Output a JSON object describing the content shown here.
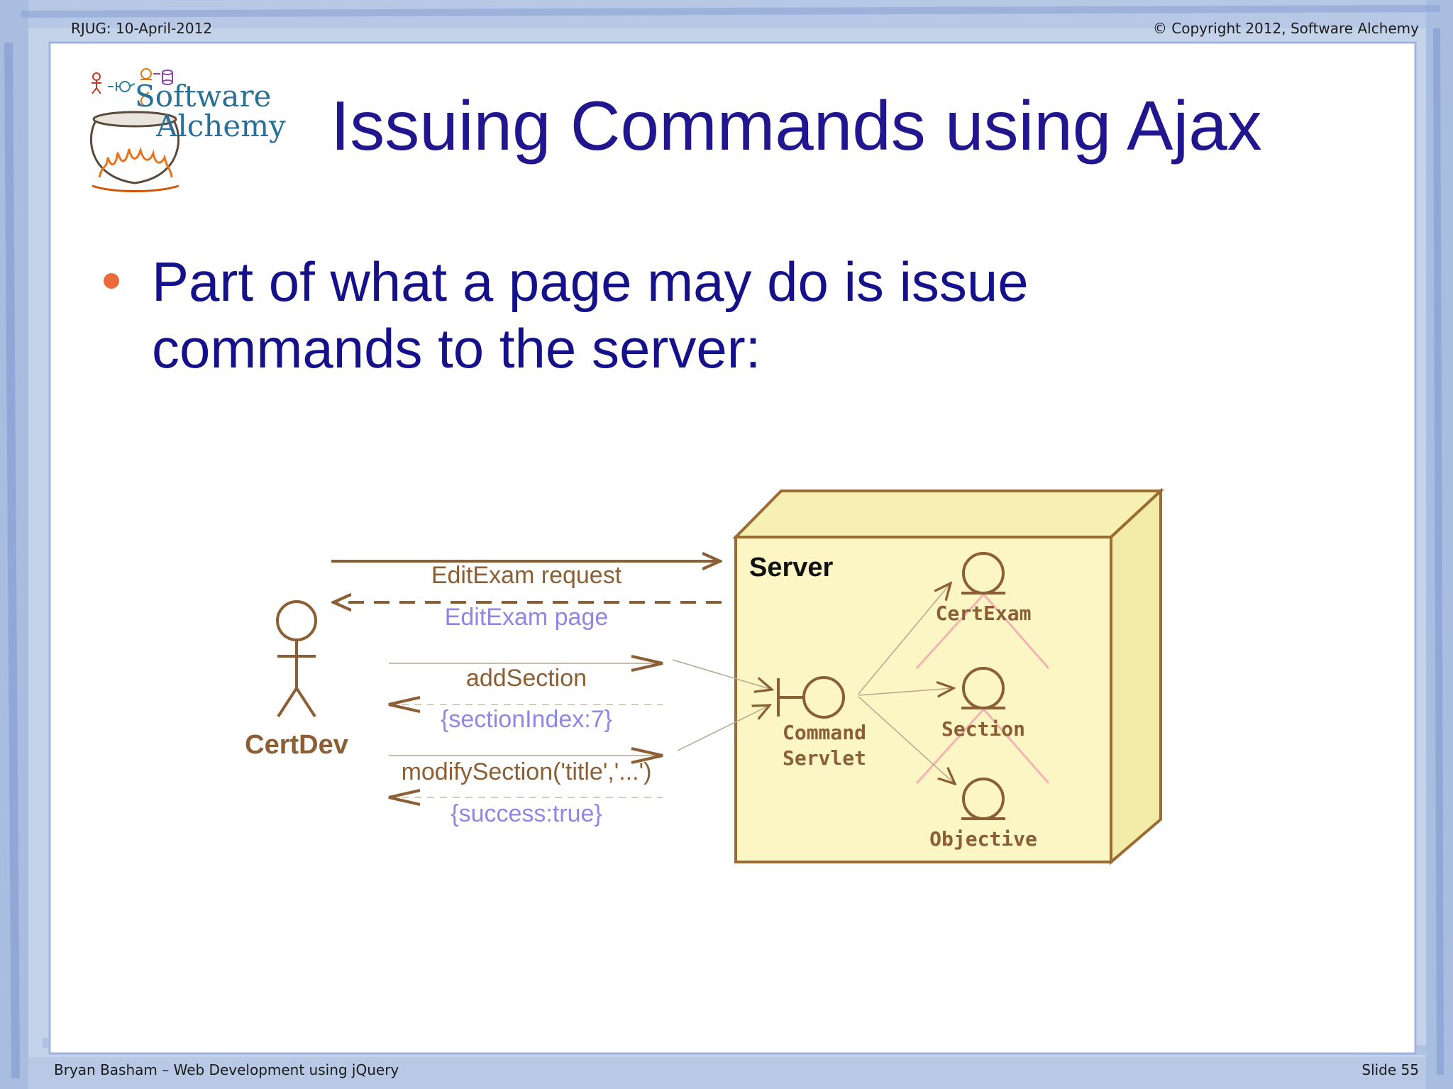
{
  "header": {
    "left": "RJUG:  10-April-2012",
    "right": "© Copyright 2012, Software Alchemy"
  },
  "logo": {
    "line1": "Software",
    "line2": "Alchemy"
  },
  "slide": {
    "title": "Issuing Commands using Ajax",
    "bullets": [
      {
        "text": "Part of what a page may do is issue commands to the server:"
      }
    ]
  },
  "diagram": {
    "actor": "CertDev",
    "server_label": "Server",
    "messages": {
      "request": "EditExam request",
      "page": "EditExam page",
      "add_section": "addSection",
      "section_index": "{sectionIndex:7}",
      "modify_section": "modifySection('title','...')",
      "success": "{success:true}"
    },
    "components": {
      "servlet_line1": "Command",
      "servlet_line2": "Servlet",
      "entity1": "CertExam",
      "entity2": "Section",
      "entity3": "Objective"
    },
    "colors": {
      "brown": "#8b5e34",
      "lavender": "#8f86e6",
      "box_fill": "#fbf6c3",
      "pink": "#f4b6b6"
    }
  },
  "footer": {
    "left": "Bryan Basham – Web Development using jQuery",
    "right": "Slide 55"
  }
}
